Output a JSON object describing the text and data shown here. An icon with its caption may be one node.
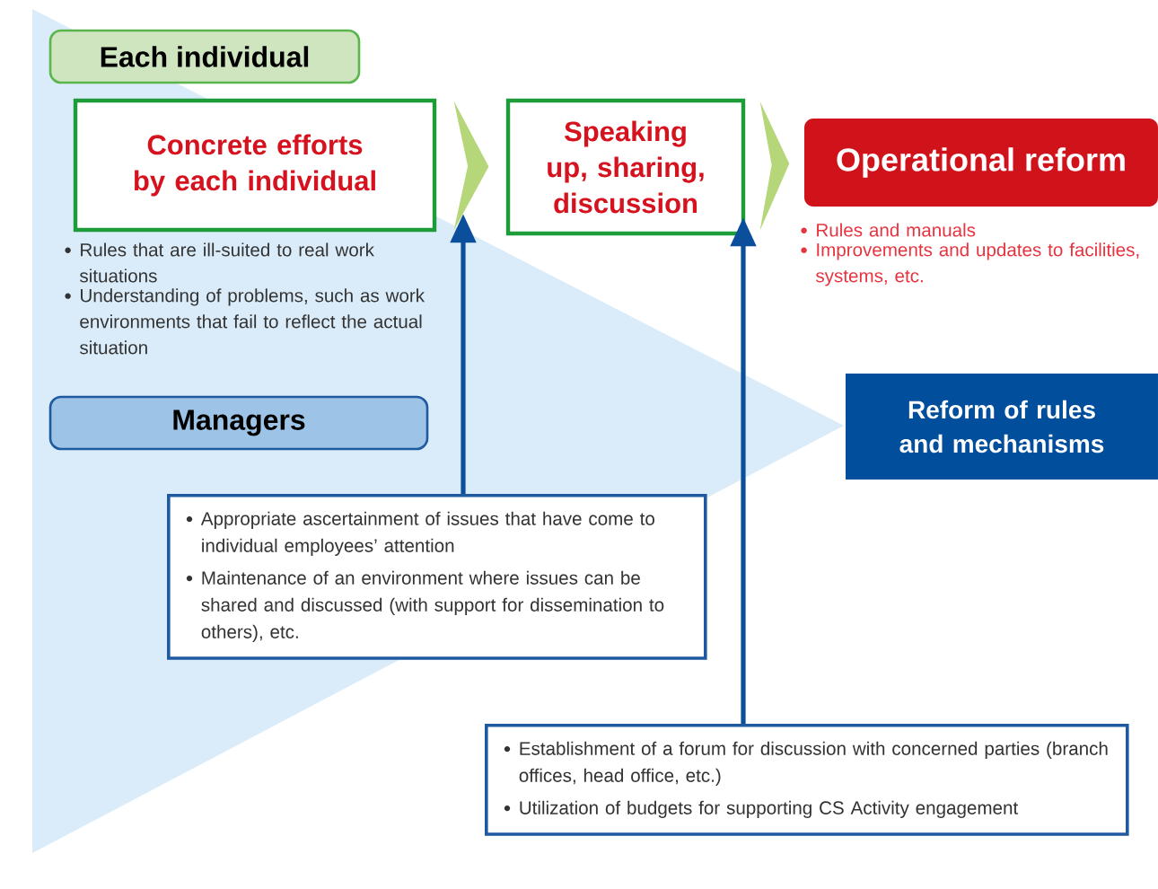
{
  "diagram": {
    "nodes": [
      {
        "text": [
          "Each individual"
        ]
      },
      {
        "text": [
          "Concrete efforts by each individual"
        ],
        "beside": [
          "Rules that are ill-suited to real work situations",
          "Understanding of problems, such as work environments that fail to reflect the actual situation"
        ]
      },
      {
        "text": [
          "Speaking up, sharing, discussion"
        ]
      },
      {
        "text": [
          "Operational reform"
        ],
        "beside": [
          "Rules and manuals",
          "Improvements and updates to facilities, systems, etc."
        ]
      },
      {
        "text": [
          "Reform of rules and mechanisms"
        ]
      },
      {
        "text": [
          "Managers"
        ]
      },
      {
        "text": [
          "Appropriate ascertainment of issues that have come to individual employees’ attention",
          "Maintenance of an environment where issues can be shared and discussed (with support for dissemination to others), etc."
        ]
      },
      {
        "text": [
          "Establishment of a forum for discussion with concerned parties (branch offices, head office, etc.)",
          "Utilization of budgets for supporting CS Activity engagement"
        ]
      }
    ],
    "edges": [
      {
        "from": 1,
        "to": 2,
        "arrow": "to"
      },
      {
        "from": 2,
        "to": 3,
        "arrow": "to"
      },
      {
        "from": 6,
        "to": 1,
        "arrow": "to"
      },
      {
        "from": 7,
        "to": 2,
        "arrow": "to"
      }
    ]
  }
}
